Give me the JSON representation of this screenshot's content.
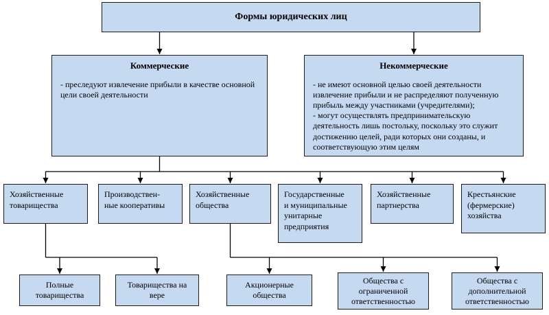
{
  "colors": {
    "box_fill": "#c5d9f1",
    "box_border": "#1a1a1a",
    "connector": "#000000"
  },
  "root": {
    "title": "Формы юридических лиц"
  },
  "branches": [
    {
      "heading": "Коммерческие",
      "body": "- преследуют извлечение прибыли в качестве основной цели своей деятельности"
    },
    {
      "heading": "Некоммерческие",
      "body": "- не имеют основной целью своей деятельности извлечение прибыли и не распределяют полученную прибыль между участниками (учредителями);\n- могут осуществлять предпринимательскую деятельность лишь постольку, поскольку это служит достижению целей, ради которых они созданы, и соответствующую этим целям"
    }
  ],
  "commercial_forms": [
    {
      "label": "Хозяйственные\nтоварищества"
    },
    {
      "label": "Производствен-\nные кооперативы"
    },
    {
      "label": "Хозяйственные\nобщества"
    },
    {
      "label": "Государственные\nи муниципальные\nунитарные\nпредприятия"
    },
    {
      "label": "Хозяйственные\nпартнерства"
    },
    {
      "label": "Крестьянские\n(фермерские)\nхозяйства"
    }
  ],
  "subforms": [
    {
      "label": "Полные\nтоварищества"
    },
    {
      "label": "Товарищества на\nвере"
    },
    {
      "label": "Акционерные\nобщества"
    },
    {
      "label": "Общества с\nограниченной\nответственностью"
    },
    {
      "label": "Общества с\nдополнительной\nответственностью"
    }
  ]
}
